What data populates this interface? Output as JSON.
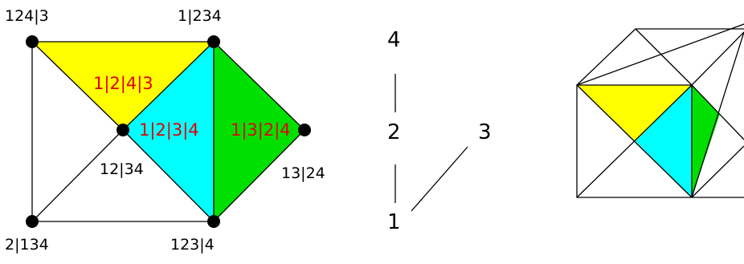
{
  "colors": {
    "yellow": "#ffff00",
    "cyan": "#00ffff",
    "green": "#00e000",
    "face_label": "#e00000"
  },
  "left_complex": {
    "vertex_labels": {
      "top_left": "124|3",
      "top_mid": "1|234",
      "center": "12|34",
      "right": "13|24",
      "bottom_left": "2|134",
      "bottom_mid": "123|4"
    },
    "face_labels": {
      "yellow": "1|2|4|3",
      "cyan": "1|2|3|4",
      "green": "1|3|2|4"
    }
  },
  "middle_poset": {
    "labels": {
      "top": "4",
      "middle": "2",
      "right": "3",
      "bottom": "1"
    }
  }
}
